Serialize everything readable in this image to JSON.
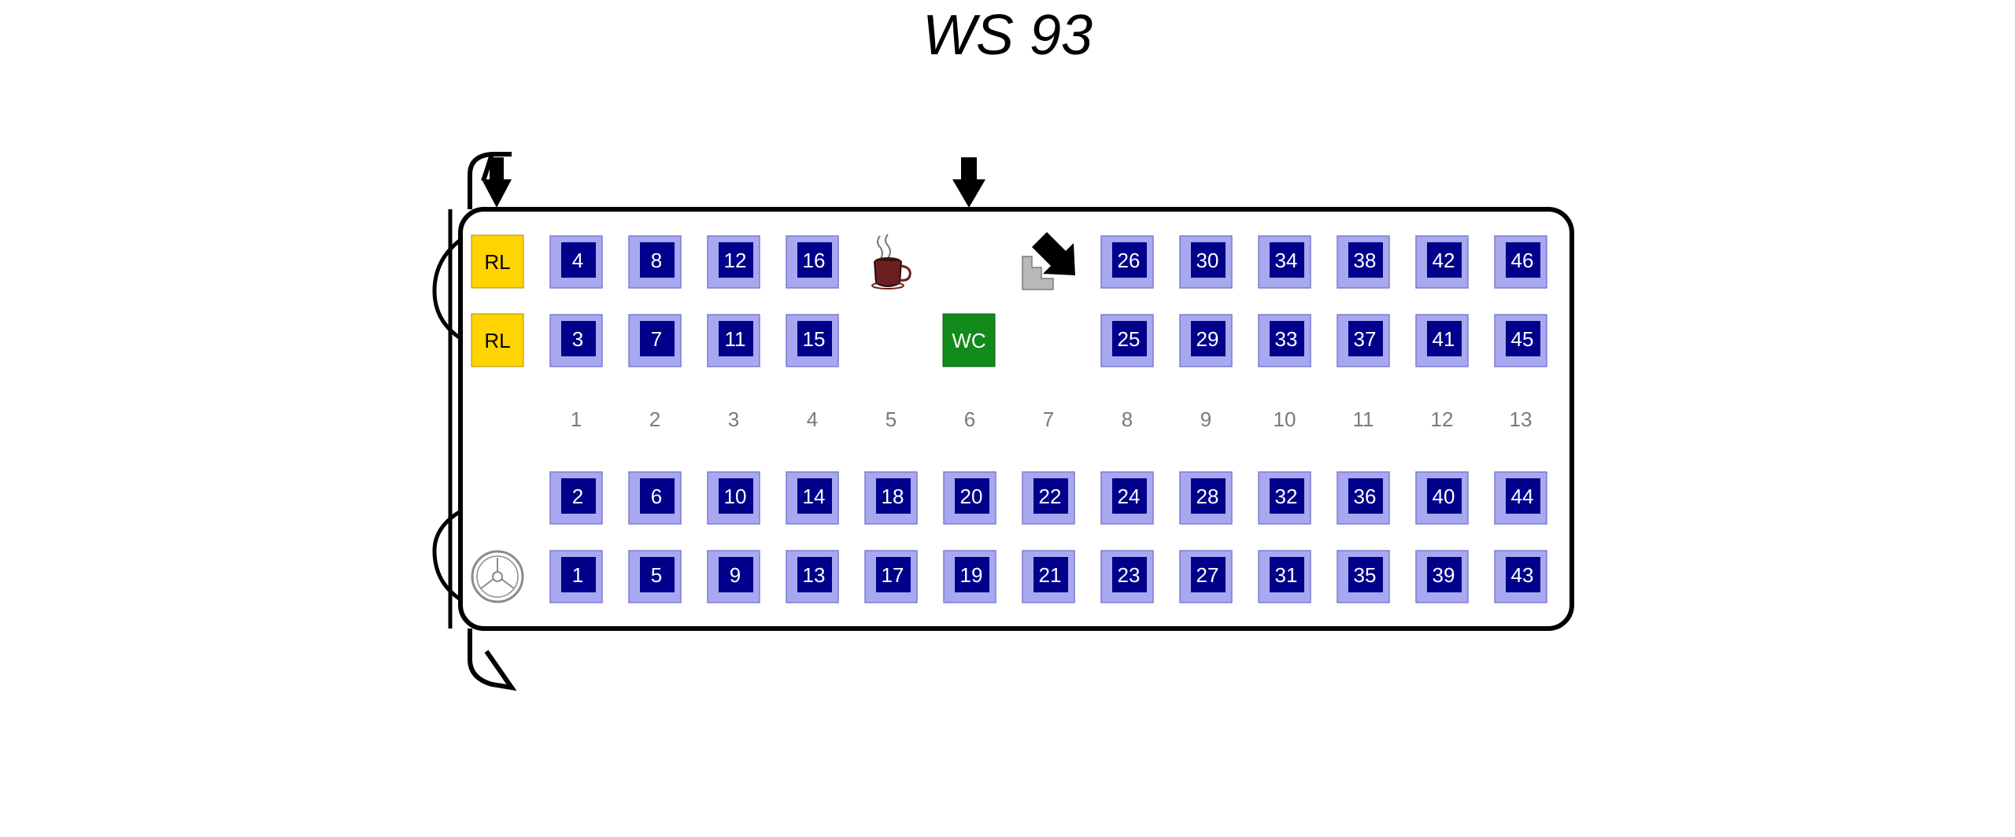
{
  "title": "WS 93",
  "colors": {
    "seat_outer": "#a8a8f0",
    "seat_inner": "#00008b",
    "rl": "#ffd400",
    "wc": "#138a1c",
    "column_number": "#7a7a7a"
  },
  "icons": {
    "steering_wheel": "steering-wheel-icon",
    "coffee": "coffee-cup-icon",
    "stairs": "stairs-icon",
    "entry": "entry-arrow-icon"
  },
  "column_numbers": [
    "1",
    "2",
    "3",
    "4",
    "5",
    "6",
    "7",
    "8",
    "9",
    "10",
    "11",
    "12",
    "13"
  ],
  "rows": {
    "row_1": [
      {
        "col": 1,
        "label": "4"
      },
      {
        "col": 2,
        "label": "8"
      },
      {
        "col": 3,
        "label": "12"
      },
      {
        "col": 4,
        "label": "16"
      },
      {
        "col": 8,
        "label": "26"
      },
      {
        "col": 9,
        "label": "30"
      },
      {
        "col": 10,
        "label": "34"
      },
      {
        "col": 11,
        "label": "38"
      },
      {
        "col": 12,
        "label": "42"
      },
      {
        "col": 13,
        "label": "46"
      }
    ],
    "row_2": [
      {
        "col": 1,
        "label": "3"
      },
      {
        "col": 2,
        "label": "7"
      },
      {
        "col": 3,
        "label": "11"
      },
      {
        "col": 4,
        "label": "15"
      },
      {
        "col": 8,
        "label": "25"
      },
      {
        "col": 9,
        "label": "29"
      },
      {
        "col": 10,
        "label": "33"
      },
      {
        "col": 11,
        "label": "37"
      },
      {
        "col": 12,
        "label": "41"
      },
      {
        "col": 13,
        "label": "45"
      }
    ],
    "row_3": [
      {
        "col": 1,
        "label": "2"
      },
      {
        "col": 2,
        "label": "6"
      },
      {
        "col": 3,
        "label": "10"
      },
      {
        "col": 4,
        "label": "14"
      },
      {
        "col": 5,
        "label": "18"
      },
      {
        "col": 6,
        "label": "20"
      },
      {
        "col": 7,
        "label": "22"
      },
      {
        "col": 8,
        "label": "24"
      },
      {
        "col": 9,
        "label": "28"
      },
      {
        "col": 10,
        "label": "32"
      },
      {
        "col": 11,
        "label": "36"
      },
      {
        "col": 12,
        "label": "40"
      },
      {
        "col": 13,
        "label": "44"
      }
    ],
    "row_4": [
      {
        "col": 1,
        "label": "1"
      },
      {
        "col": 2,
        "label": "5"
      },
      {
        "col": 3,
        "label": "9"
      },
      {
        "col": 4,
        "label": "13"
      },
      {
        "col": 5,
        "label": "17"
      },
      {
        "col": 6,
        "label": "19"
      },
      {
        "col": 7,
        "label": "21"
      },
      {
        "col": 8,
        "label": "23"
      },
      {
        "col": 9,
        "label": "27"
      },
      {
        "col": 10,
        "label": "31"
      },
      {
        "col": 11,
        "label": "35"
      },
      {
        "col": 12,
        "label": "39"
      },
      {
        "col": 13,
        "label": "43"
      }
    ]
  },
  "special": {
    "rl_top": "RL",
    "rl_bottom": "RL",
    "wc": "WC"
  }
}
